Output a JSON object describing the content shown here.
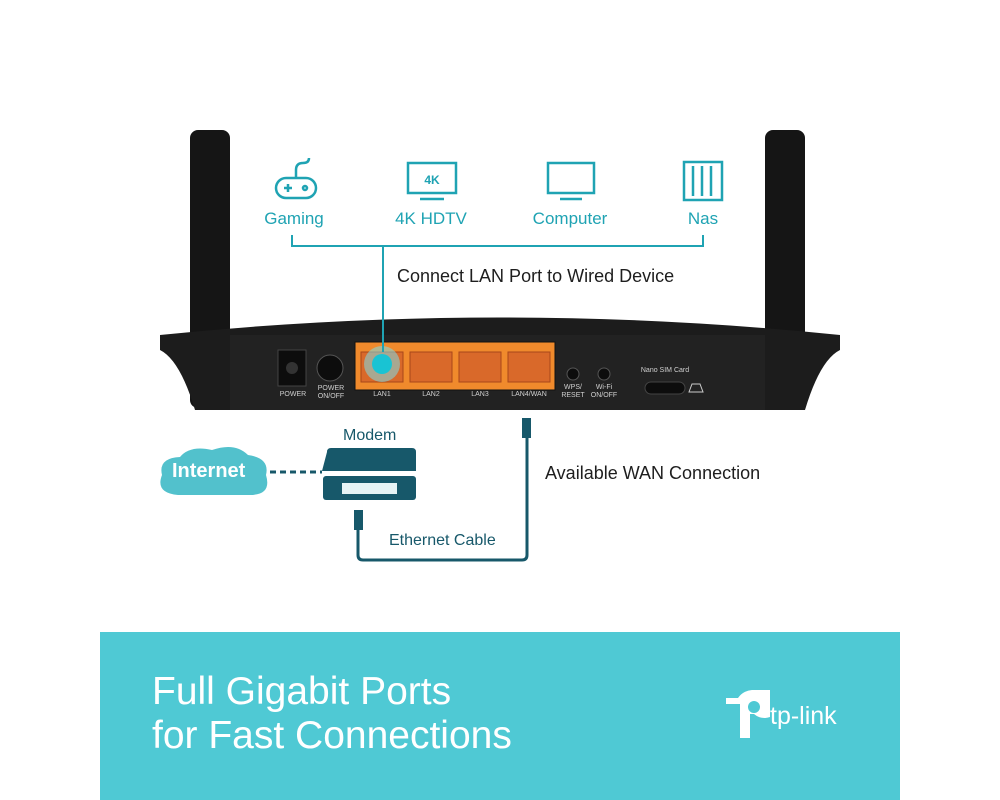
{
  "devices": [
    {
      "label": "Gaming",
      "icon": "gamepad-icon"
    },
    {
      "label": "4K HDTV",
      "icon": "tv-icon",
      "badge": "4K"
    },
    {
      "label": "Computer",
      "icon": "monitor-icon"
    },
    {
      "label": "Nas",
      "icon": "nas-icon"
    }
  ],
  "connect_caption": "Connect LAN Port to Wired Device",
  "router": {
    "ports": [
      "POWER",
      "POWER ON/OFF",
      "LAN1",
      "LAN2",
      "LAN3",
      "LAN4/WAN",
      "WPS/ RESET",
      "Wi-Fi ON/OFF"
    ],
    "sim_label": "Nano SIM Card"
  },
  "network": {
    "internet": "Internet",
    "modem": "Modem",
    "cable": "Ethernet Cable",
    "wan": "Available WAN Connection"
  },
  "banner": {
    "line1": "Full Gigabit Ports",
    "line2": "for Fast Connections",
    "brand": "tp-link"
  },
  "colors": {
    "accent": "#1fa3b3",
    "cable": "#17586a",
    "port": "#f08a2c",
    "banner": "#4fc9d4"
  }
}
